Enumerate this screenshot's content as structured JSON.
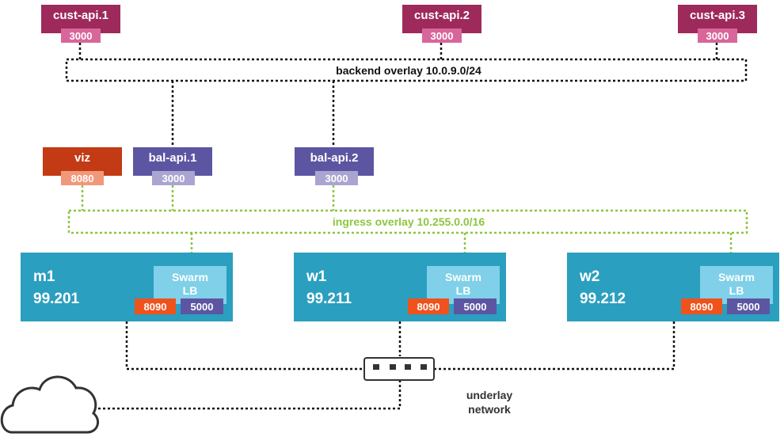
{
  "colors": {
    "cust": "#9e2a5c",
    "cust_port": "#d8669a",
    "viz": "#c23b14",
    "viz_port": "#f2987a",
    "bal": "#5c56a2",
    "bal_port": "#aaa5d0",
    "node": "#2b9fbf",
    "swarm_lb": "#7fd0e8",
    "port_8090": "#f0521c",
    "port_5000": "#5c56a2",
    "ingress_line": "#8cc63f",
    "backend_line": "#111111"
  },
  "backend_overlay": {
    "label": "backend overlay 10.0.9.0/24"
  },
  "ingress_overlay": {
    "label": "ingress overlay 10.255.0.0/16"
  },
  "cust_services": [
    {
      "name": "cust-api.1",
      "port": "3000"
    },
    {
      "name": "cust-api.2",
      "port": "3000"
    },
    {
      "name": "cust-api.3",
      "port": "3000"
    }
  ],
  "viz": {
    "name": "viz",
    "port": "8080"
  },
  "bal_services": [
    {
      "name": "bal-api.1",
      "port": "3000"
    },
    {
      "name": "bal-api.2",
      "port": "3000"
    }
  ],
  "nodes": [
    {
      "name": "m1",
      "ip": "99.201",
      "lb_line1": "Swarm",
      "lb_line2": "LB",
      "port_a": "8090",
      "port_b": "5000"
    },
    {
      "name": "w1",
      "ip": "99.211",
      "lb_line1": "Swarm",
      "lb_line2": "LB",
      "port_a": "8090",
      "port_b": "5000"
    },
    {
      "name": "w2",
      "ip": "99.212",
      "lb_line1": "Swarm",
      "lb_line2": "LB",
      "port_a": "8090",
      "port_b": "5000"
    }
  ],
  "underlay": {
    "line1": "underlay",
    "line2": "network"
  },
  "icons": {
    "cloud": "cloud-icon",
    "switch": "network-switch-icon"
  }
}
